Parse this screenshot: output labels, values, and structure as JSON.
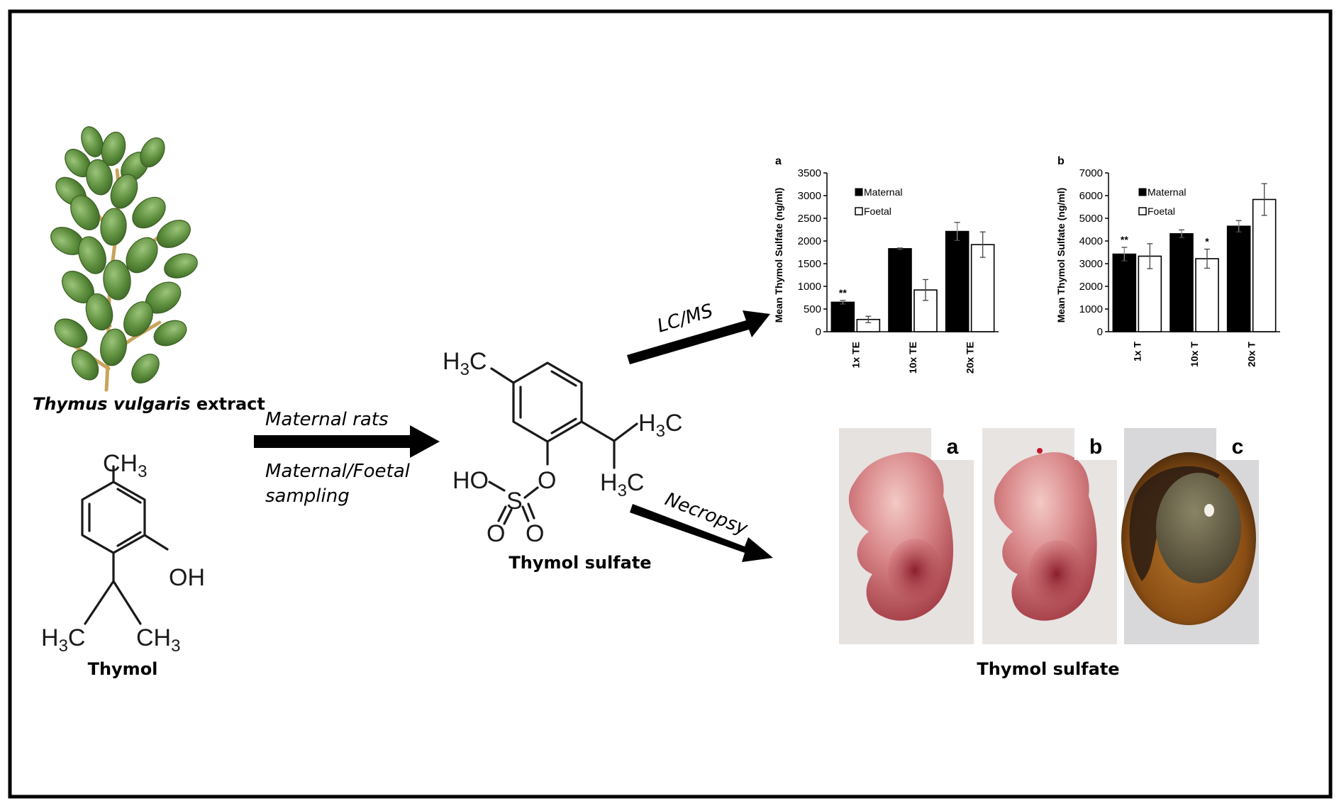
{
  "labels": {
    "plant_caption_italic": "Thymus vulgaris",
    "plant_caption_rest": " extract",
    "thymol_caption": "Thymol",
    "arrow_main_top": "Maternal rats",
    "arrow_main_bottom_1": "Maternal/Foetal",
    "arrow_main_bottom_2": "sampling",
    "sulfate_caption": "Thymol sulfate",
    "arrow_lcms": "LC/MS",
    "arrow_necropsy": "Necropsy",
    "photos_caption": "Thymol sulfate",
    "photo_letters": [
      "a",
      "b",
      "c"
    ]
  },
  "thymol_atoms": {
    "ch3_top": "CH3",
    "oh": "OH",
    "h3c_left": "H3C",
    "ch3_right": "CH3"
  },
  "sulfate_atoms": {
    "h3c_top": "H3C",
    "h3c_right_top": "H3C",
    "h3c_right_bottom": "H3C",
    "ho": "HO",
    "s": "S",
    "o_link": "O",
    "o_left": "O",
    "o_right": "O"
  },
  "colors": {
    "maternal": "#000000",
    "foetal": "#ffffff",
    "leaf": "#5e8f3e",
    "stem": "#c8a35c",
    "tissue": "#c86a6e"
  },
  "chart_data": [
    {
      "type": "bar",
      "panel_label": "a",
      "ylabel": "Mean Thymol Sulfate (ng/ml)",
      "ylim": [
        0,
        3500
      ],
      "yticks": [
        0,
        500,
        1000,
        1500,
        2000,
        2500,
        3000,
        3500
      ],
      "categories": [
        "1x TE",
        "10x TE",
        "20x TE"
      ],
      "series": [
        {
          "name": "Maternal",
          "values": [
            650,
            1830,
            2210
          ],
          "errors": [
            40,
            15,
            200
          ]
        },
        {
          "name": "Foetal",
          "values": [
            270,
            920,
            1920
          ],
          "errors": [
            70,
            230,
            280
          ]
        }
      ],
      "annotations": [
        {
          "category": "1x TE",
          "series": "Maternal",
          "text": "**"
        }
      ],
      "legend": "top-left",
      "grid": false
    },
    {
      "type": "bar",
      "panel_label": "b",
      "ylabel": "Mean Thymol Sulfate (ng/ml)",
      "ylim": [
        0,
        7000
      ],
      "yticks": [
        0,
        1000,
        2000,
        3000,
        4000,
        5000,
        6000,
        7000
      ],
      "categories": [
        "1x T",
        "10x T",
        "20x T"
      ],
      "series": [
        {
          "name": "Maternal",
          "values": [
            3420,
            4320,
            4650
          ],
          "errors": [
            300,
            170,
            250
          ]
        },
        {
          "name": "Foetal",
          "values": [
            3330,
            3220,
            5830
          ],
          "errors": [
            550,
            420,
            700
          ]
        }
      ],
      "annotations": [
        {
          "category": "1x T",
          "series": "Maternal",
          "text": "**"
        },
        {
          "category": "10x T",
          "series": "Foetal",
          "text": "*"
        }
      ],
      "legend": "top-left",
      "grid": false
    }
  ]
}
